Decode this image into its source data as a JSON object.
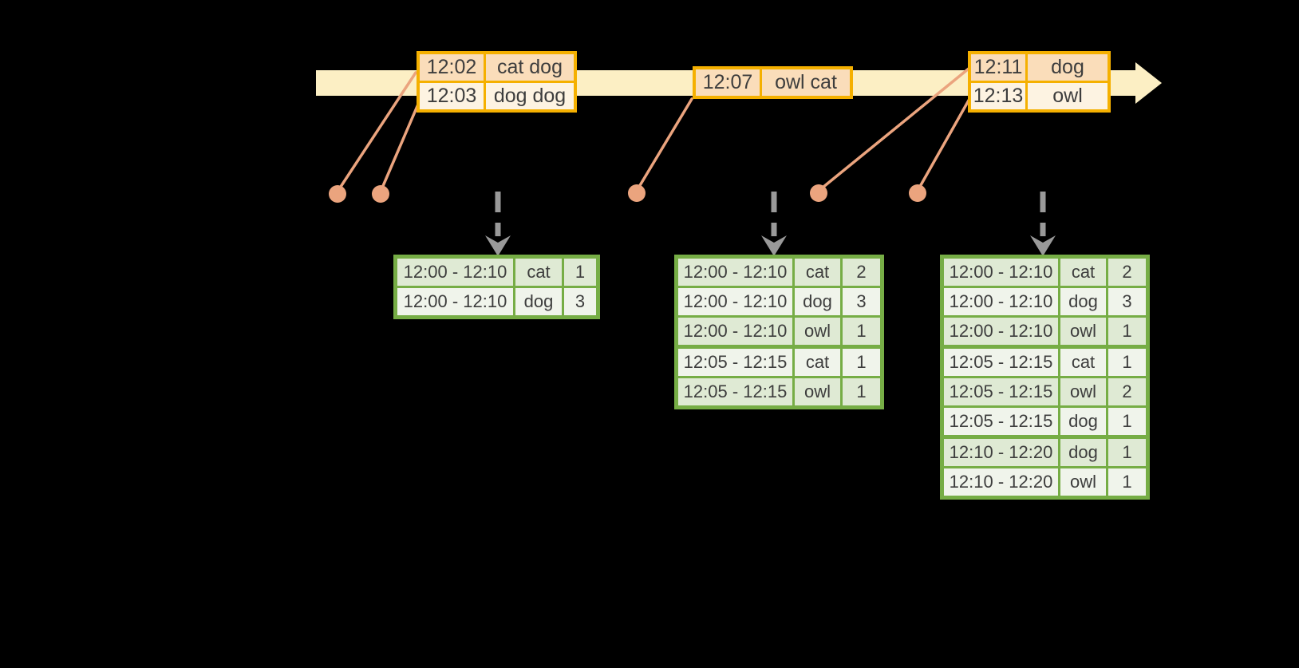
{
  "colors": {
    "background": "#000000",
    "timeline-band": "#FCEFC4",
    "event-border": "#F5B000",
    "event-row-dark": "#FADDBA",
    "event-row-light": "#FDF3E2",
    "event-accent": "#EBA47E",
    "result-border": "#76AD45",
    "result-row-dark": "#DFEAD4",
    "result-row-light": "#F0F4EB",
    "trigger-arrow": "#999999",
    "text": "#3D3D3D"
  },
  "timeline": {
    "event_tables": [
      {
        "rows": [
          {
            "time": "12:02",
            "words": "cat dog"
          },
          {
            "time": "12:03",
            "words": "dog dog"
          }
        ]
      },
      {
        "rows": [
          {
            "time": "12:07",
            "words": "owl cat"
          }
        ]
      },
      {
        "rows": [
          {
            "time": "12:11",
            "words": "dog"
          },
          {
            "time": "12:13",
            "words": "owl"
          }
        ]
      }
    ]
  },
  "result_tables": [
    {
      "rows": [
        {
          "window": "12:00 - 12:10",
          "word": "cat",
          "count": "1"
        },
        {
          "window": "12:00 - 12:10",
          "word": "dog",
          "count": "3"
        }
      ]
    },
    {
      "rows": [
        {
          "window": "12:00 - 12:10",
          "word": "cat",
          "count": "2"
        },
        {
          "window": "12:00 - 12:10",
          "word": "dog",
          "count": "3"
        },
        {
          "window": "12:00 - 12:10",
          "word": "owl",
          "count": "1"
        },
        {
          "window": "12:05 - 12:15",
          "word": "cat",
          "count": "1"
        },
        {
          "window": "12:05 - 12:15",
          "word": "owl",
          "count": "1"
        }
      ]
    },
    {
      "rows": [
        {
          "window": "12:00 - 12:10",
          "word": "cat",
          "count": "2"
        },
        {
          "window": "12:00 - 12:10",
          "word": "dog",
          "count": "3"
        },
        {
          "window": "12:00 - 12:10",
          "word": "owl",
          "count": "1"
        },
        {
          "window": "12:05 - 12:15",
          "word": "cat",
          "count": "1"
        },
        {
          "window": "12:05 - 12:15",
          "word": "owl",
          "count": "2"
        },
        {
          "window": "12:05 - 12:15",
          "word": "dog",
          "count": "1"
        },
        {
          "window": "12:10 - 12:20",
          "word": "dog",
          "count": "1"
        },
        {
          "window": "12:10 - 12:20",
          "word": "owl",
          "count": "1"
        }
      ]
    }
  ]
}
